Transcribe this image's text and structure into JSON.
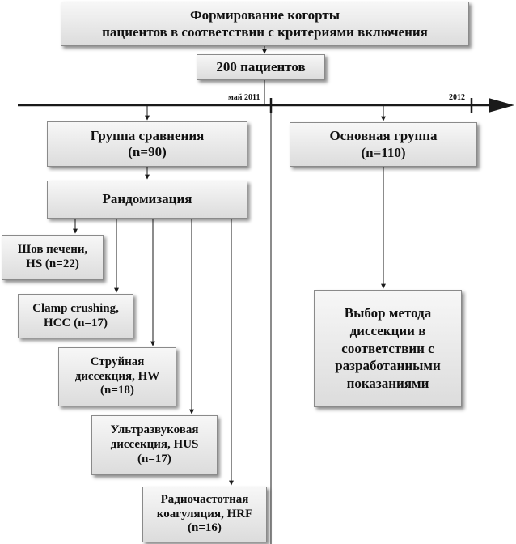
{
  "header": {
    "title_lines": [
      "Формирование когорты",
      "пациентов в соответствии с критериями включения"
    ],
    "patients": "200 пациентов"
  },
  "timeline": {
    "start_label": "май 2011",
    "end_label": "2012"
  },
  "comparison": {
    "title_lines": [
      "Группа сравнения",
      "(n=90)"
    ],
    "randomization": "Рандомизация",
    "arms": [
      {
        "lines": [
          "Шов печени,",
          "HS (n=22)"
        ]
      },
      {
        "lines": [
          "Clamp crushing,",
          "HCC (n=17)"
        ]
      },
      {
        "lines": [
          "Струйная",
          "диссекция, HW",
          "(n=18)"
        ]
      },
      {
        "lines": [
          "Ультразвуковая",
          "диссекция, HUS",
          "(n=17)"
        ]
      },
      {
        "lines": [
          "Радиочастотная",
          "коагуляция, HRF",
          "(n=16)"
        ]
      }
    ]
  },
  "main": {
    "title_lines": [
      "Основная группа",
      "(n=110)"
    ],
    "method_lines": [
      "Выбор метода",
      "диссекции в",
      "соответствии с",
      "разработанными",
      "показаниями"
    ]
  },
  "colors": {
    "line": "#1a1a1a",
    "box_top": "#f7f7f7",
    "box_bottom": "#dcdcdc",
    "border": "#8a8a8a"
  }
}
